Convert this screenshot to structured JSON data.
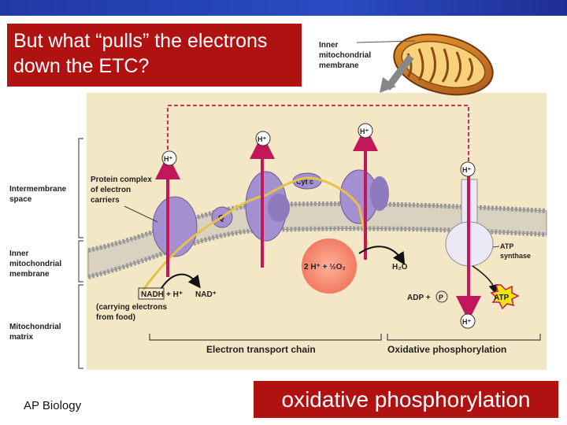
{
  "slide": {
    "title": "But what “pulls” the electrons down the ETC?",
    "footer_left": "AP Biology",
    "footer_right": "oxidative phosphorylation"
  },
  "diagram": {
    "mito_label": "Inner mitochondrial membrane",
    "mito_label_lines": [
      "Inner",
      "mitochondrial",
      "membrane"
    ],
    "side_labels": {
      "intermembrane": [
        "Intermembrane",
        "space"
      ],
      "inner": [
        "Inner",
        "mitochondrial",
        "membrane"
      ],
      "matrix": [
        "Mitochondrial",
        "matrix"
      ]
    },
    "protein_complex": [
      "Protein complex",
      "of electron",
      "carriers"
    ],
    "q_label": "Q",
    "cytc_label": "Cyt c",
    "hplus": "H⁺",
    "nadh": "NADH",
    "nadh_plus": "+ H⁺",
    "nad_plus": "NAD⁺",
    "carrying": [
      "(carrying electrons",
      "from food)"
    ],
    "reaction": "2 H⁺ + ½O₂",
    "water": "H₂O",
    "atp_synthase": [
      "ATP",
      "synthase"
    ],
    "adp": "ADP +",
    "p_circle": "P",
    "atp": "ATP",
    "etc_label": "Electron transport chain",
    "oxphos_label": "Oxidative phosphorylation"
  },
  "colors": {
    "title_bg": "#b01212",
    "top_bar": "#1f3aa6",
    "diagram_bg": "#f4e7c6",
    "membrane": "#a8a8a8",
    "protein": "#a48fd0",
    "proton_arrow": "#c2185b",
    "electron_path": "#e6c24a"
  }
}
